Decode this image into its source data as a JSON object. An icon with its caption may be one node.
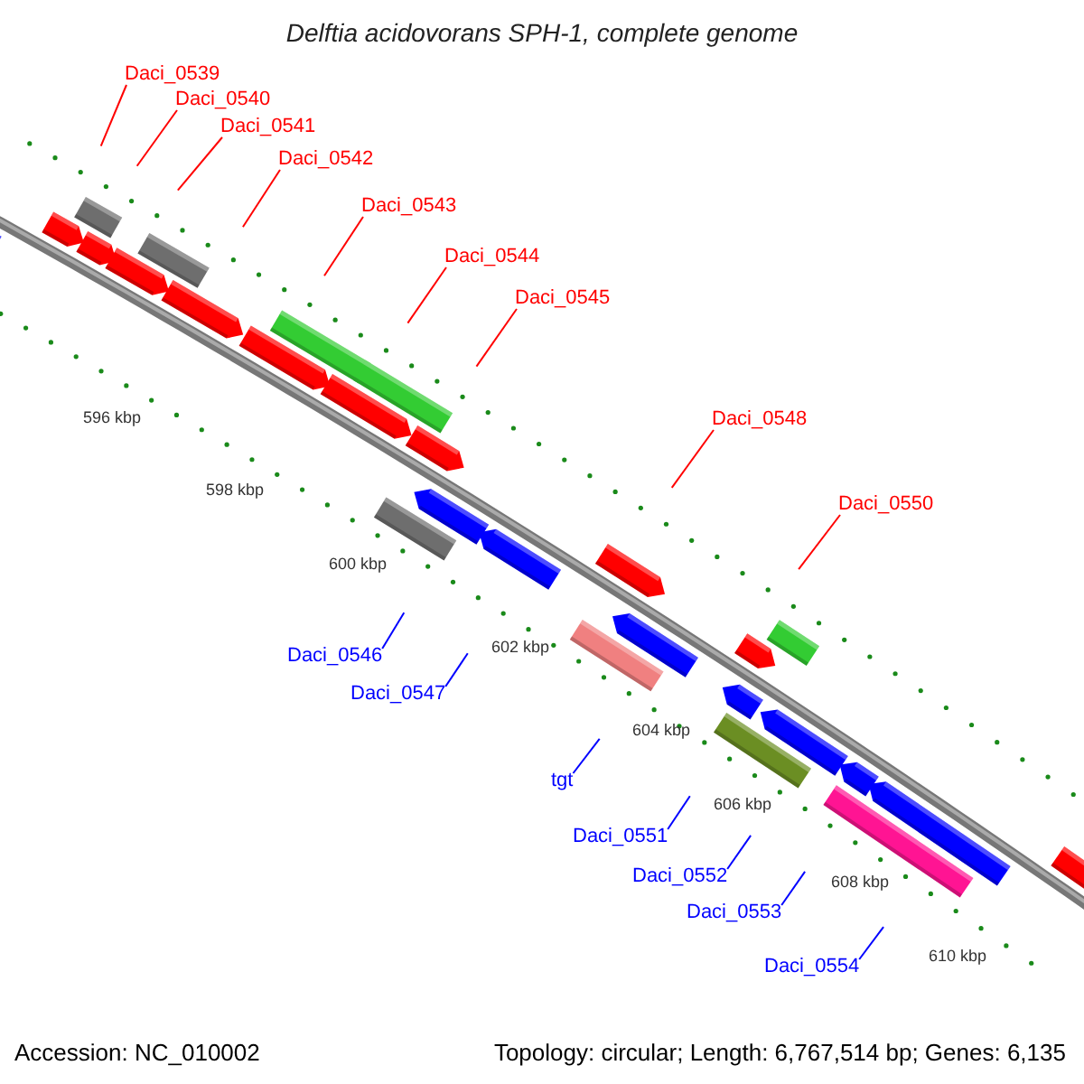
{
  "diagram": {
    "title": "Delftia acidovorans SPH-1, complete genome",
    "nodes": [
      {
        "text": [
          "Daci_0539"
        ]
      },
      {
        "text": [
          "Daci_0540"
        ]
      },
      {
        "text": [
          "Daci_0541"
        ]
      },
      {
        "text": [
          "Daci_0542"
        ]
      },
      {
        "text": [
          "Daci_0543"
        ]
      },
      {
        "text": [
          "Daci_0544"
        ]
      },
      {
        "text": [
          "Daci_0545"
        ]
      },
      {
        "text": [
          "Daci_0548"
        ]
      },
      {
        "text": [
          "Daci_0550"
        ]
      },
      {
        "text": [
          "Daci_0546"
        ]
      },
      {
        "text": [
          "Daci_0547"
        ]
      },
      {
        "text": [
          "tgt"
        ]
      },
      {
        "text": [
          "Daci_0551"
        ]
      },
      {
        "text": [
          "Daci_0552"
        ]
      },
      {
        "text": [
          "Daci_0553"
        ]
      },
      {
        "text": [
          "Daci_0554"
        ]
      }
    ],
    "edges": [
      {
        "from": 0,
        "to": null,
        "arrow": "none"
      },
      {
        "from": 1,
        "to": null,
        "arrow": "none"
      },
      {
        "from": 2,
        "to": null,
        "arrow": "none"
      },
      {
        "from": 3,
        "to": null,
        "arrow": "none"
      },
      {
        "from": 4,
        "to": null,
        "arrow": "none"
      },
      {
        "from": 5,
        "to": null,
        "arrow": "none"
      },
      {
        "from": 6,
        "to": null,
        "arrow": "none"
      },
      {
        "from": 7,
        "to": null,
        "arrow": "none"
      },
      {
        "from": 8,
        "to": null,
        "arrow": "none"
      },
      {
        "from": 9,
        "to": null,
        "arrow": "none",
        "color": "#0000ff"
      },
      {
        "from": 10,
        "to": null,
        "arrow": "none",
        "color": "#0000ff"
      },
      {
        "from": 11,
        "to": null,
        "arrow": "none",
        "color": "#0000ff"
      },
      {
        "from": 12,
        "to": null,
        "arrow": "none",
        "color": "#0000ff"
      },
      {
        "from": 13,
        "to": null,
        "arrow": "none",
        "color": "#0000ff"
      },
      {
        "from": 14,
        "to": null,
        "arrow": "none",
        "color": "#0000ff"
      },
      {
        "from": 15,
        "to": null,
        "arrow": "none",
        "color": "#0000ff"
      }
    ],
    "labels": [
      "596 kbp",
      "598 kbp",
      "600 kbp",
      "602 kbp",
      "604 kbp",
      "606 kbp",
      "608 kbp",
      "610 kbp",
      "Accession: NC_010002",
      "Topology: circular; Length: 6,767,514 bp; Genes: 6,135"
    ]
  }
}
